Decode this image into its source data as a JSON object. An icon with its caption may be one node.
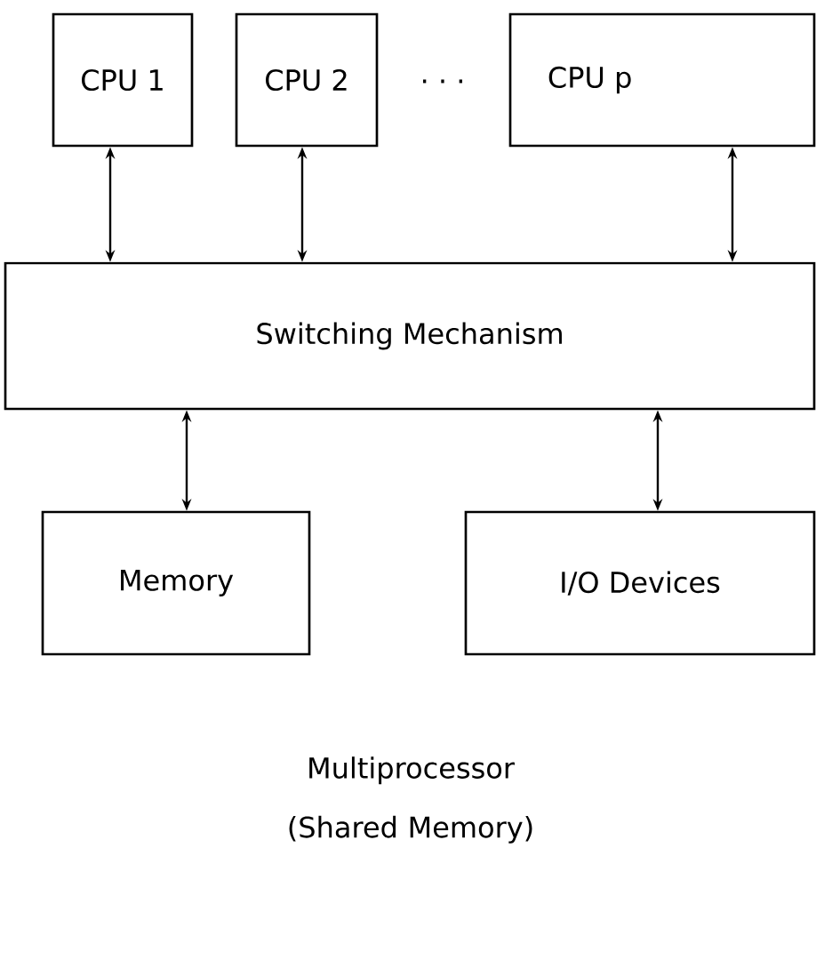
{
  "diagram": {
    "caption": "Multiprocessor (Shared Memory)",
    "nodes": [
      {
        "text": [
          "CPU 1"
        ]
      },
      {
        "text": [
          "CPU 2"
        ]
      },
      {
        "text": [
          "CPU p"
        ]
      },
      {
        "text": [
          "Switching Mechanism"
        ]
      },
      {
        "text": [
          "Memory"
        ]
      },
      {
        "text": [
          "I/O Devices"
        ]
      }
    ],
    "edges": [
      {
        "from": 0,
        "to": 3,
        "arrow": "both"
      },
      {
        "from": 1,
        "to": 3,
        "arrow": "both"
      },
      {
        "from": 2,
        "to": 3,
        "arrow": "both"
      },
      {
        "from": 3,
        "to": 4,
        "arrow": "both"
      },
      {
        "from": 3,
        "to": 5,
        "arrow": "both"
      }
    ],
    "labels": [
      "· · ·"
    ]
  }
}
